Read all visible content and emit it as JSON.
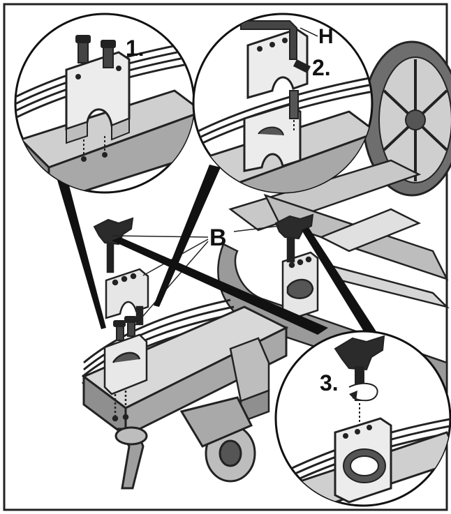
{
  "labels": {
    "step1": "1.",
    "step2": "2.",
    "step3": "3.",
    "part_b": "B",
    "part_h": "H"
  },
  "colors": {
    "frame": "#222222",
    "metal_light": "#d9d9d9",
    "metal_mid": "#a9a9a9",
    "metal_dark": "#6e6e6e",
    "knob": "#2b2b2b"
  }
}
